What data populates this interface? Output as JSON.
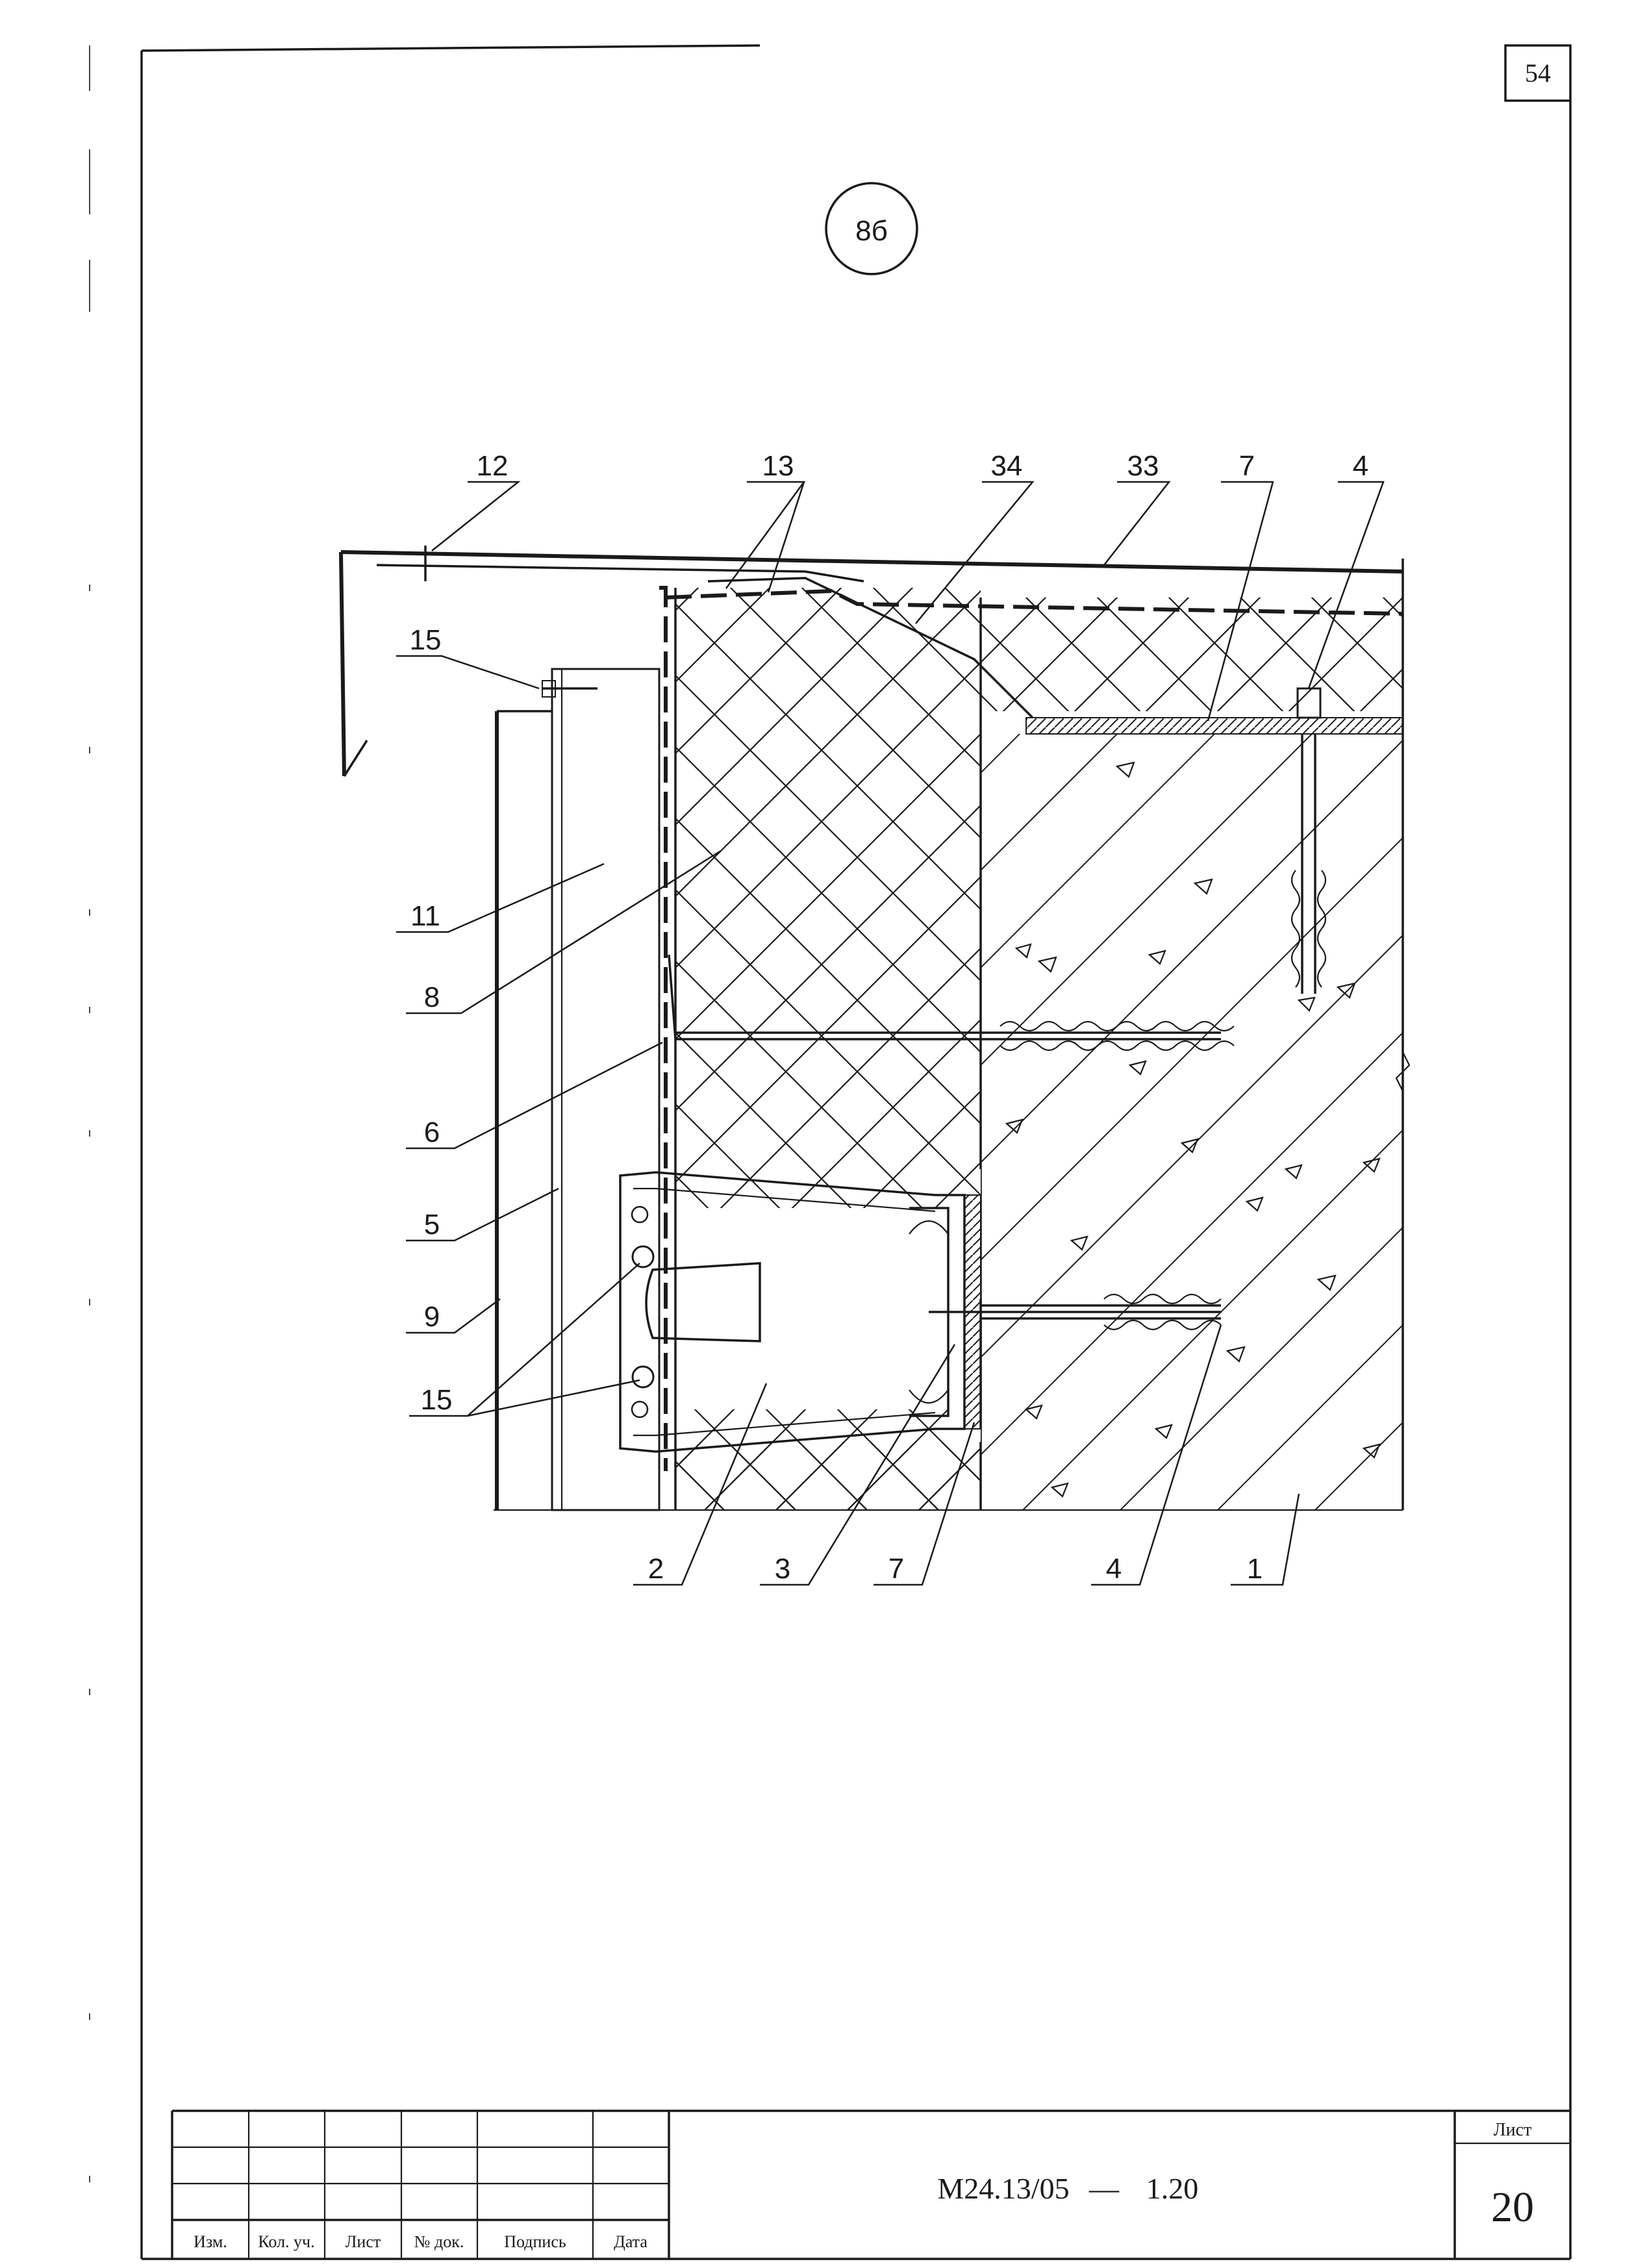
{
  "sheet": {
    "top_number": "54",
    "detail_mark": "8б",
    "code": "М24.13/05",
    "dash": "—",
    "subcode": "1.20",
    "sheet_label": "Лист",
    "sheet_number": "20"
  },
  "title_block": {
    "columns": [
      "Изм.",
      "Кол. уч.",
      "Лист",
      "№ док.",
      "Подпись",
      "Дата"
    ]
  },
  "callouts": {
    "top": [
      "12",
      "13",
      "34",
      "33",
      "7",
      "4"
    ],
    "left": [
      "15",
      "11",
      "8",
      "6",
      "5",
      "9",
      "15"
    ],
    "bottom": [
      "2",
      "3",
      "7",
      "4",
      "1"
    ]
  }
}
